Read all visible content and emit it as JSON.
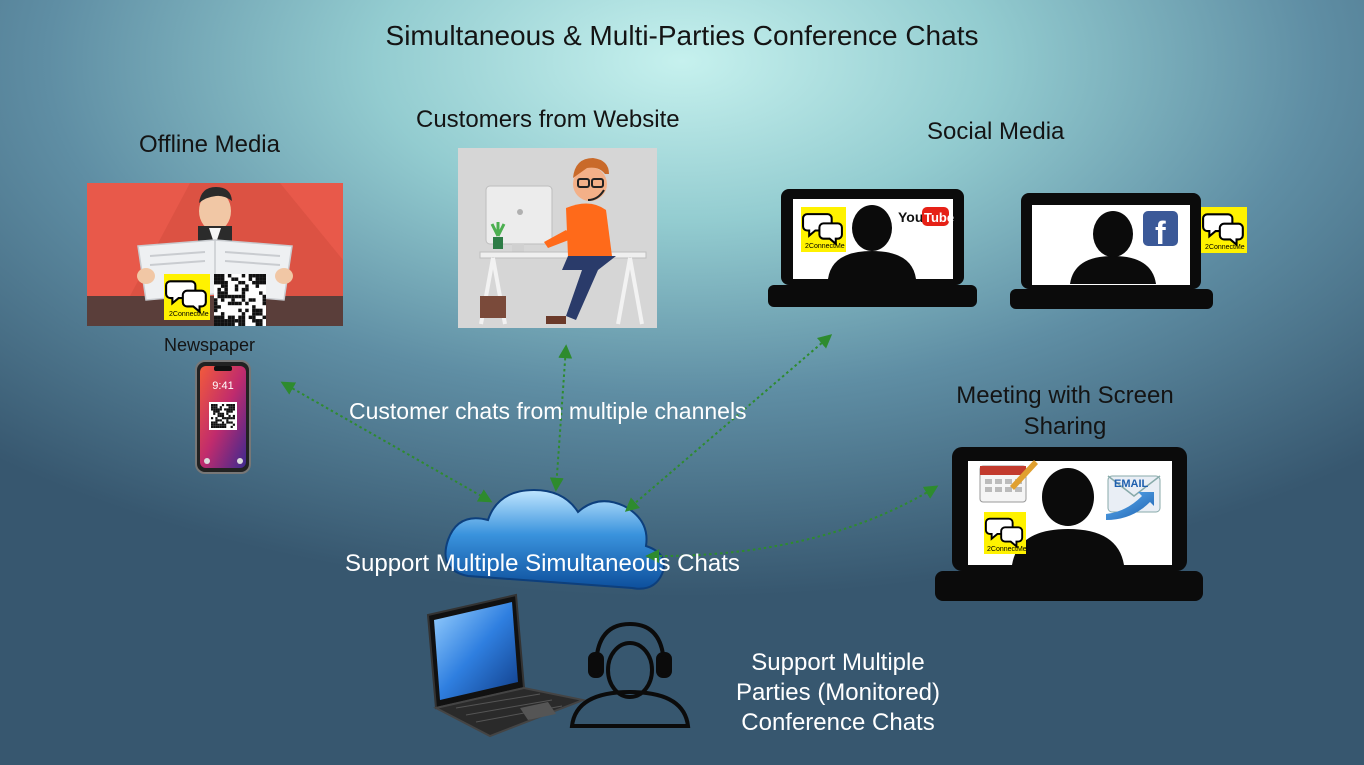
{
  "title": "Simultaneous & Multi-Parties Conference Chats",
  "nodes": {
    "offline_media": "Offline Media",
    "website": "Customers from Website",
    "social_media": "Social Media",
    "newspaper": "Newspaper",
    "meeting": "Meeting with Screen Sharing",
    "cloud": "Support Multiple Simultaneous Chats",
    "conference": "Support Multiple Parties (Monitored) Conference Chats"
  },
  "edge_label": "Customer chats from multiple channels",
  "logos": {
    "brand": "2ConnectMe",
    "youtube_you": "You",
    "youtube_tube": "Tube",
    "facebook": "f",
    "email": "EMAIL",
    "phone_time": "9:41"
  },
  "colors": {
    "arrow": "#2e8b2e",
    "chat_badge": "#fff200",
    "newspaper_bg": "#e8594a",
    "device": "#0b0b0b"
  },
  "icons": [
    "chat-bubbles-icon",
    "qr-code-icon",
    "person-silhouette-icon",
    "headset-agent-icon",
    "laptop-icon",
    "cloud-icon",
    "calendar-icon",
    "email-icon",
    "facebook-icon",
    "youtube-icon",
    "smartphone-icon"
  ]
}
